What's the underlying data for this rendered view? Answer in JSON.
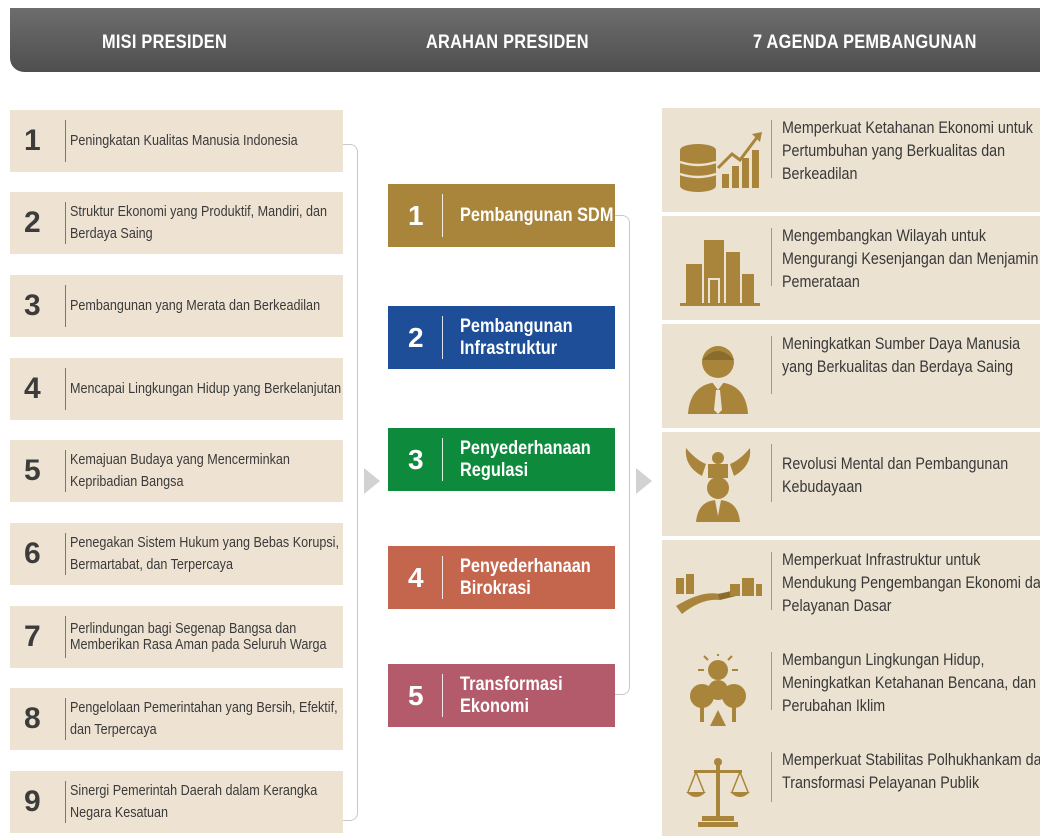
{
  "header": {
    "col1": "MISI PRESIDEN",
    "col2": "ARAHAN PRESIDEN",
    "col3": "7 AGENDA PEMBANGUNAN"
  },
  "misi": [
    {
      "num": "1",
      "text": "Peningkatan Kualitas Manusia Indonesia"
    },
    {
      "num": "2",
      "text": "Struktur Ekonomi yang Produktif, Mandiri, dan Berdaya Saing"
    },
    {
      "num": "3",
      "text": "Pembangunan yang Merata dan Berkeadilan"
    },
    {
      "num": "4",
      "text": "Mencapai Lingkungan Hidup yang Berkelanjutan"
    },
    {
      "num": "5",
      "text": "Kemajuan Budaya yang Mencerminkan Kepribadian Bangsa"
    },
    {
      "num": "6",
      "text": "Penegakan Sistem Hukum yang Bebas Korupsi, Bermartabat, dan Terpercaya"
    },
    {
      "num": "7",
      "text": "Perlindungan bagi Segenap Bangsa dan Memberikan Rasa Aman pada Seluruh Warga"
    },
    {
      "num": "8",
      "text": "Pengelolaan Pemerintahan yang Bersih, Efektif, dan Terpercaya"
    },
    {
      "num": "9",
      "text": "Sinergi Pemerintah Daerah dalam Kerangka Negara Kesatuan"
    }
  ],
  "arahan": [
    {
      "num": "1",
      "text": "Pembangunan SDM",
      "color": "#a8853a"
    },
    {
      "num": "2",
      "text": "Pembangunan Infrastruktur",
      "color": "#1d4e97"
    },
    {
      "num": "3",
      "text": "Penyederhanaan Regulasi",
      "color": "#0e8a3c"
    },
    {
      "num": "4",
      "text": "Penyederhanaan Birokrasi",
      "color": "#c4654d"
    },
    {
      "num": "5",
      "text": "Transformasi Ekonomi",
      "color": "#b35b6a"
    }
  ],
  "agenda": [
    {
      "icon": "coins-growth-chart-icon",
      "text": "Memperkuat Ketahanan Ekonomi untuk Pertumbuhan yang Berkualitas dan Berkeadilan"
    },
    {
      "icon": "city-buildings-icon",
      "text": "Mengembangkan Wilayah untuk Mengurangi Kesenjangan dan Menjamin Pemerataan"
    },
    {
      "icon": "businessman-icon",
      "text": "Meningkatkan Sumber Daya Manusia yang Berkualitas dan Berdaya Saing"
    },
    {
      "icon": "garuda-person-icon",
      "text": "Revolusi Mental dan Pembangunan Kebudayaan"
    },
    {
      "icon": "road-infrastructure-icon",
      "text": "Memperkuat Infrastruktur untuk Mendukung Pengembangan Ekonomi dan Pelayanan Dasar"
    },
    {
      "icon": "environment-disaster-icon",
      "text": "Membangun Lingkungan Hidup, Meningkatkan Ketahanan Bencana, dan Perubahan Iklim"
    },
    {
      "icon": "scales-of-justice-icon",
      "text": "Memperkuat Stabilitas Polhukhankam dan Transformasi Pelayanan Publik"
    }
  ],
  "colors": {
    "header_bg": "#5c5c5c",
    "panel_beige": "#eee3d3",
    "icon_gold": "#a8853a"
  }
}
